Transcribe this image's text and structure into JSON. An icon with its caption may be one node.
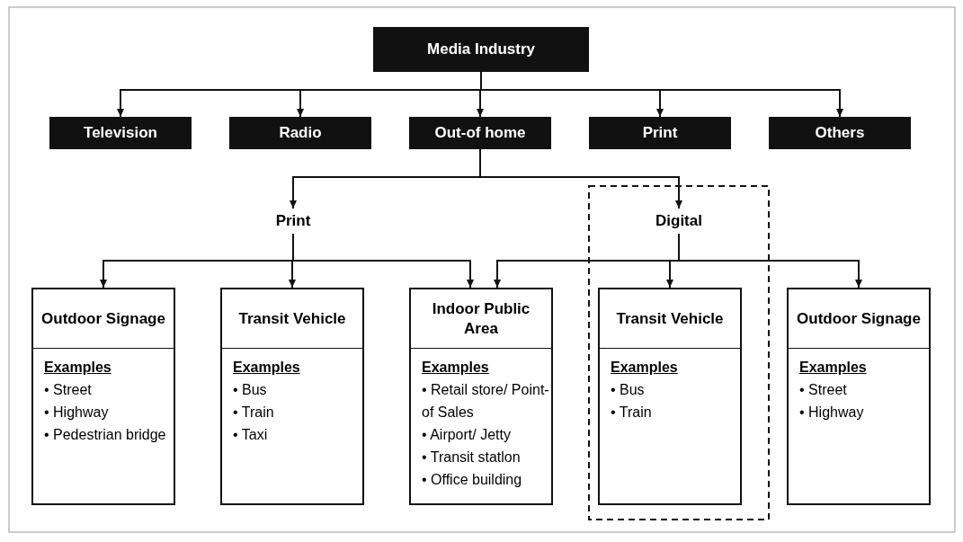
{
  "diagram": {
    "nodes": [
      {
        "text": [
          "Media Industry"
        ]
      },
      {
        "text": [
          "Television"
        ]
      },
      {
        "text": [
          "Radio"
        ]
      },
      {
        "text": [
          "Out-of home"
        ]
      },
      {
        "text": [
          "Print"
        ]
      },
      {
        "text": [
          "Others"
        ]
      },
      {
        "text": [
          "Print"
        ]
      },
      {
        "text": [
          "Digital"
        ]
      },
      {
        "text": [
          "Outdoor Signage",
          "Examples",
          "• Street",
          "• Highway",
          "• Pedestrian bridge"
        ]
      },
      {
        "text": [
          "Transit Vehicle",
          "Examples",
          "• Bus",
          "• Train",
          "• Taxi"
        ]
      },
      {
        "text": [
          "Indoor Public Area",
          "Examples",
          "• Retail store/ Point-of Sales",
          "• Airport/ Jetty",
          "• Transit statlon",
          "• Office building"
        ]
      },
      {
        "text": [
          "Transit Vehicle",
          "Examples",
          "• Bus",
          "• Train"
        ]
      },
      {
        "text": [
          "Outdoor Signage",
          "Examples",
          "• Street",
          "• Highway"
        ]
      }
    ],
    "edges": [
      {
        "from": 0,
        "to": 1,
        "arrow": "to"
      },
      {
        "from": 0,
        "to": 2,
        "arrow": "to"
      },
      {
        "from": 0,
        "to": 3,
        "arrow": "to"
      },
      {
        "from": 0,
        "to": 4,
        "arrow": "to"
      },
      {
        "from": 0,
        "to": 5,
        "arrow": "to"
      },
      {
        "from": 3,
        "to": 6,
        "arrow": "to"
      },
      {
        "from": 3,
        "to": 7,
        "arrow": "to"
      },
      {
        "from": 6,
        "to": 8,
        "arrow": "to"
      },
      {
        "from": 6,
        "to": 9,
        "arrow": "to"
      },
      {
        "from": 6,
        "to": 10,
        "arrow": "to"
      },
      {
        "from": 7,
        "to": 10,
        "arrow": "to"
      },
      {
        "from": 7,
        "to": 11,
        "arrow": "to"
      },
      {
        "from": 7,
        "to": 12,
        "arrow": "to"
      }
    ]
  }
}
